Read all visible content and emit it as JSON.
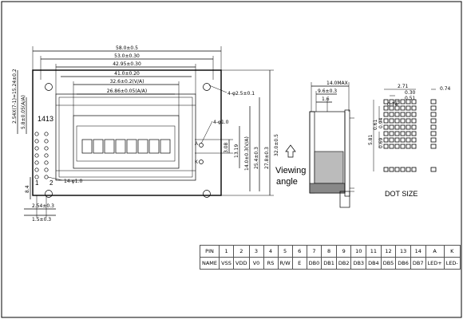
{
  "dimensions": {
    "d58": "58.0±0.5",
    "d53": "53.0±0.30",
    "d42": "42.95±0.30",
    "d41": "41.0±0.20",
    "d32": "32.6±0.2(V/A)",
    "d26": "26.86±0.05(A/A)",
    "hole": "4-φ2.5±0.1",
    "pinhole_a": "4-φ1.0",
    "pinhole_b": "14-φ1.0",
    "pitch_top": "2.54X(7-1)=15.24±0.2",
    "pitch_left": "5.8±0.05(A/A)",
    "d84": "8.4",
    "d254": "2.54±0.3",
    "d15": "1.5±0.3",
    "v308": "3.08",
    "v1319": "13.19",
    "v140": "14.0±0.3(V/A)",
    "v254": "25.4±0.3",
    "v278": "27.8±0.3",
    "v32": "32.0±0.5",
    "side_14": "14.0MAX",
    "side_96": "9.6±0.3",
    "side_16": "1.6",
    "dot_271": "2.71",
    "dot_074a": "0.74",
    "dot_030": "0.30",
    "dot_051": "0.51",
    "dot_074b": "0.74",
    "dot_061": "0.61",
    "dot_094": "0.94",
    "dot_069": "0.69",
    "dot_581": "5.81"
  },
  "labels": {
    "part": "1413",
    "pin1": "1",
    "pin2": "2",
    "pinA": "A",
    "pinK": "K",
    "viewing1": "Viewing",
    "viewing2": "angle",
    "dot_size": "DOT SIZE"
  },
  "pin_table": {
    "header": "PIN",
    "name_header": "NAME",
    "pins": [
      "1",
      "2",
      "3",
      "4",
      "5",
      "6",
      "7",
      "8",
      "9",
      "10",
      "11",
      "12",
      "13",
      "14",
      "A",
      "K"
    ],
    "names": [
      "VSS",
      "VDD",
      "V0",
      "RS",
      "R/W",
      "E",
      "DB0",
      "DB1",
      "DB2",
      "DB3",
      "DB4",
      "DB5",
      "DB6",
      "DB7",
      "LED+",
      "LED-"
    ]
  }
}
